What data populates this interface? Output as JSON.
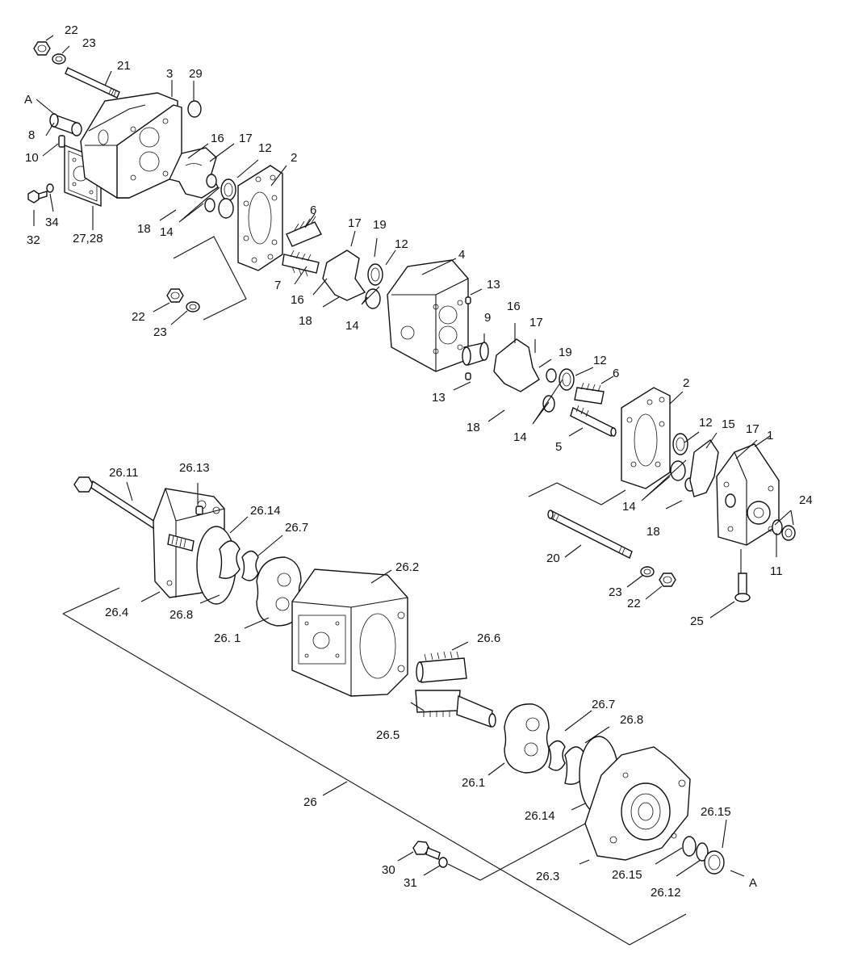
{
  "labels": {
    "l22a": "22",
    "l23a": "23",
    "l21": "21",
    "l3": "3",
    "l29": "29",
    "lA1": "A",
    "l8": "8",
    "l10": "10",
    "l16a": "16",
    "l17a": "17",
    "l12a": "12",
    "l2a": "2",
    "l32": "32",
    "l34": "34",
    "l2728": "27,28",
    "l18a": "18",
    "l14a": "14",
    "l6a": "6",
    "l17b": "17",
    "l19a": "19",
    "l12b": "12",
    "l4": "4",
    "l7": "7",
    "l16b": "16",
    "l18b": "18",
    "l14b": "14",
    "l13a": "13",
    "l22b": "22",
    "l23b": "23",
    "l16c": "16",
    "l17c": "17",
    "l9": "9",
    "l19b": "19",
    "l12c": "12",
    "l6b": "6",
    "l13b": "13",
    "l2b": "2",
    "l18c": "18",
    "l14c": "14",
    "l5": "5",
    "l12d": "12",
    "l15": "15",
    "l17d": "17",
    "l1": "1",
    "l24": "24",
    "l14d": "14",
    "l18d": "18",
    "l20": "20",
    "l11": "11",
    "l23c": "23",
    "l22c": "22",
    "l25": "25",
    "l2611": "26.11",
    "l2613": "26.13",
    "l2614a": "26.14",
    "l267a": "26.7",
    "l262": "26.2",
    "l264": "26.4",
    "l268a": "26.8",
    "l261a": "26. 1",
    "l266": "26.6",
    "l265": "26.5",
    "l267b": "26.7",
    "l268b": "26.8",
    "l261b": "26.1",
    "l26": "26",
    "l2614b": "26.14",
    "l2615a": "26.15",
    "l30": "30",
    "l31": "31",
    "l263": "26.3",
    "l2615b": "26.15",
    "l2612": "26.12",
    "lA2": "A"
  }
}
